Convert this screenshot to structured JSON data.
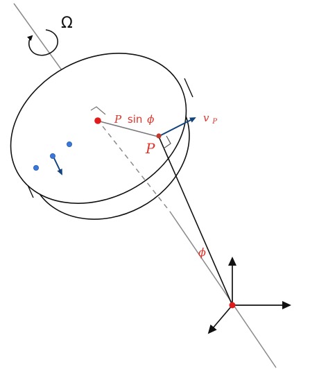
{
  "labels": {
    "omega": "Ω",
    "p_sin_phi_coef": "P",
    "p_sin_phi_fn": "sin",
    "p_sin_phi_var": "ϕ",
    "v_p_main": "v",
    "v_p_sub": "P",
    "point_p": "P",
    "angle_phi": "ϕ"
  },
  "colors": {
    "label_red": "#e0332a",
    "point_red": "#e01b1b",
    "vector_blue": "#12437a",
    "particle_blue": "#3a78d8",
    "stroke_black": "#111111",
    "axis_gray": "#8a8a8a"
  }
}
